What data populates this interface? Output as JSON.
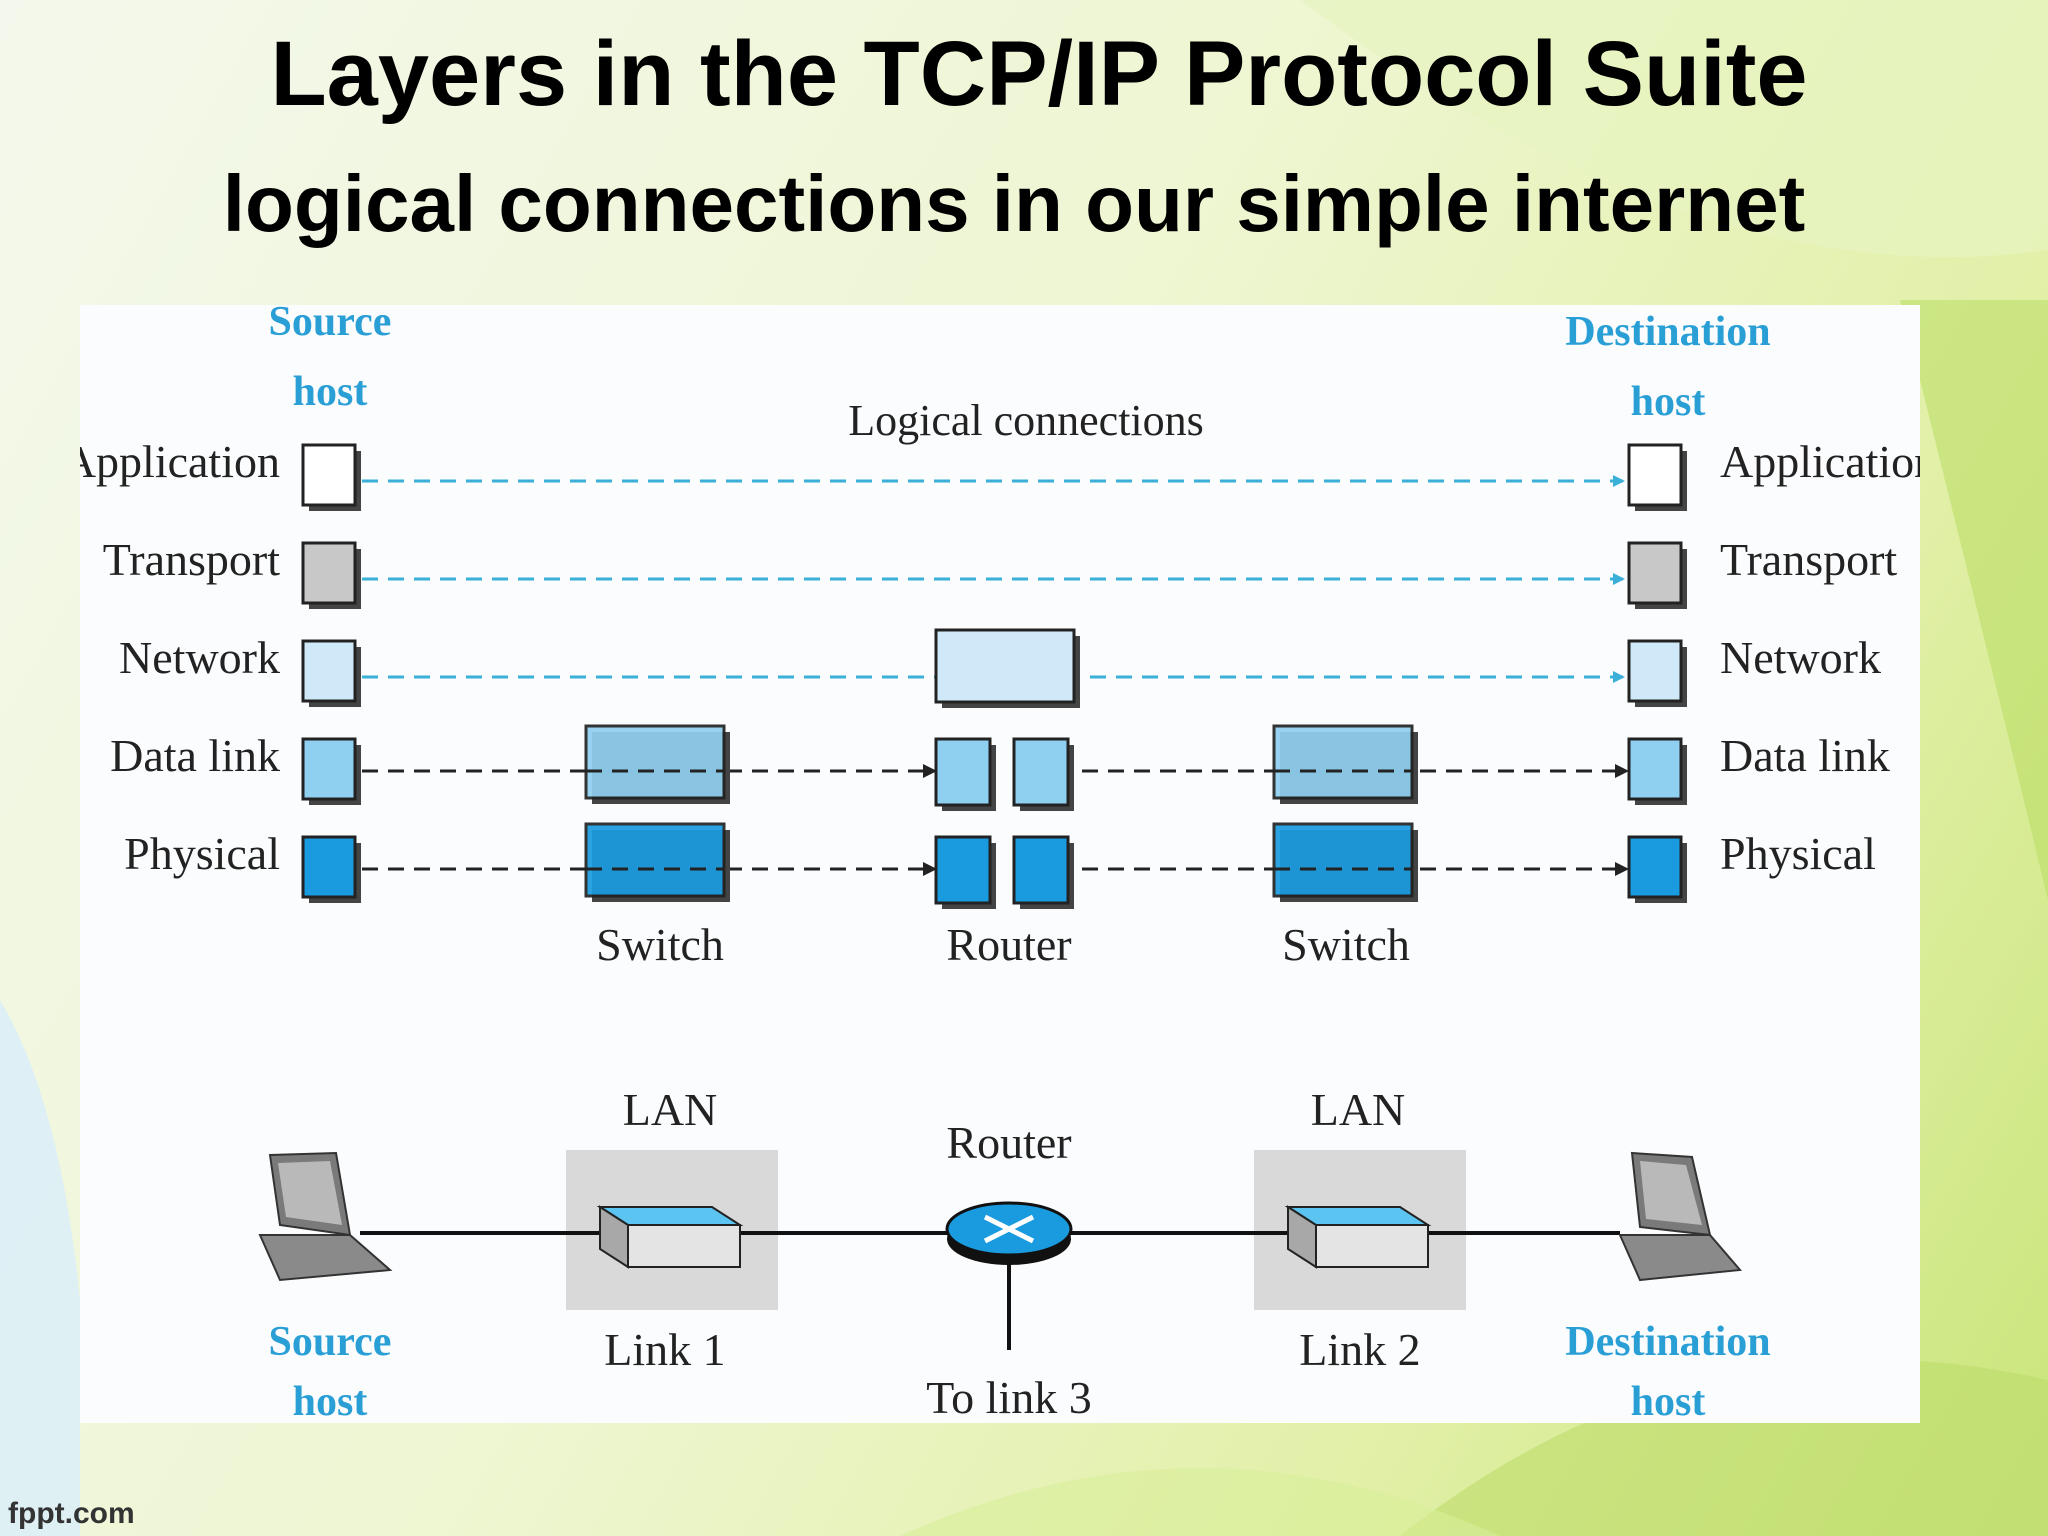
{
  "slide": {
    "title": "Layers in the TCP/IP Protocol Suite",
    "subtitle": "logical connections in our simple internet",
    "footer": "fppt.com"
  },
  "diagram": {
    "source_host": [
      "Source",
      "host"
    ],
    "destination_host": [
      "Destination",
      "host"
    ],
    "logical_label": "Logical connections",
    "layers": [
      "Application",
      "Transport",
      "Network",
      "Data link",
      "Physical"
    ],
    "devices": {
      "switch_left": "Switch",
      "router": "Router",
      "switch_right": "Switch"
    },
    "topology": {
      "lan_left": "LAN",
      "lan_right": "LAN",
      "router": "Router",
      "link1": "Link 1",
      "link2": "Link 2",
      "to_link3": "To link 3",
      "source_host": [
        "Source",
        "host"
      ],
      "destination_host": [
        "Destination",
        "host"
      ]
    },
    "colors": {
      "heading_blue": "#2a9fd6",
      "logical_arrow": "#3ab0d8",
      "application": "#ffffff",
      "transport": "#c8c8c8",
      "network": "#cfe9f8",
      "datalink": "#8fd0f0",
      "physical": "#1a9be0"
    }
  }
}
